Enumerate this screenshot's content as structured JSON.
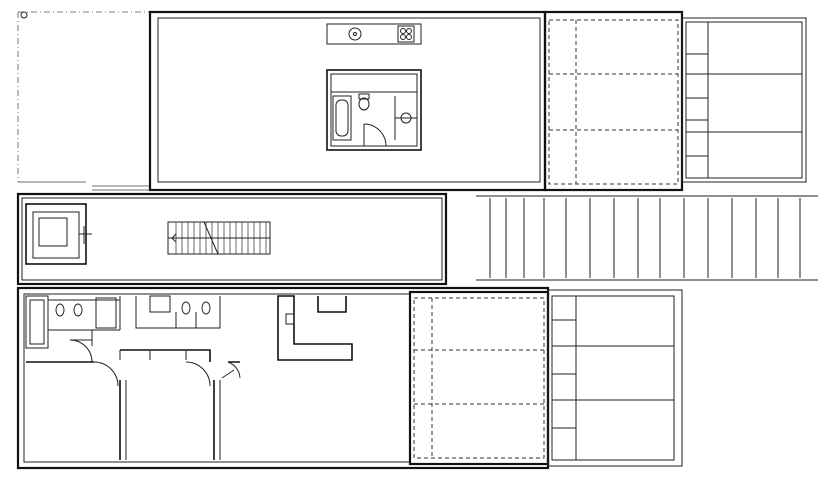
{
  "colors": {
    "line": "#111111",
    "background": "#ffffff"
  },
  "plan": {
    "upper_floor": {
      "fixtures": [
        "kitchen-counter",
        "bathroom-pod"
      ]
    },
    "middle_level": {
      "fixtures": [
        "stairs",
        "lift-shaft"
      ]
    },
    "lower_floor": {
      "fixtures": [
        "bathrooms",
        "bedrooms",
        "kitchen"
      ]
    },
    "terraces": 3,
    "icons": [
      "sink-icon",
      "cooktop-icon",
      "toilet-icon",
      "bathtub-icon",
      "stairs-icon"
    ]
  }
}
